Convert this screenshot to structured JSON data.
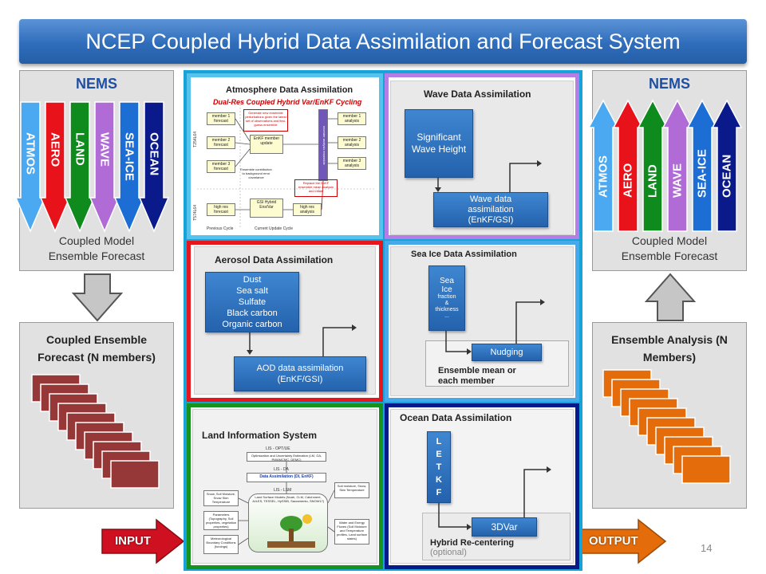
{
  "title": "NCEP Coupled Hybrid Data Assimilation and Forecast System",
  "page_number": "14",
  "colors": {
    "title_bar": "#2f6dbb",
    "atmos": "#4aa9f0",
    "aero": "#e8121b",
    "land": "#0f8a1d",
    "wave": "#b06bd6",
    "seaice": "#1c6ed4",
    "ocean": "#0a1a8a",
    "forecast_member": "#963838",
    "analysis_member": "#e46c0a"
  },
  "left_panel": {
    "nems_label": "NEMS",
    "components": [
      "ATMOS",
      "AERO",
      "LAND",
      "WAVE",
      "SEA-ICE",
      "OCEAN"
    ],
    "coupled_label_line1": "Coupled Model",
    "coupled_label_line2": "Ensemble Forecast",
    "icons": {
      "down_arrow": "down-arrow-icon"
    }
  },
  "right_panel": {
    "nems_label": "NEMS",
    "components": [
      "ATMOS",
      "AERO",
      "LAND",
      "WAVE",
      "SEA-ICE",
      "OCEAN"
    ],
    "coupled_label_line1": "Coupled Model",
    "coupled_label_line2": "Ensemble Forecast",
    "icons": {
      "up_arrow": "up-arrow-icon"
    }
  },
  "forecast_panel": {
    "title_line1": "Coupled Ensemble",
    "title_line2": "Forecast (N members)"
  },
  "analysis_panel": {
    "title_line1": "Ensemble Analysis (N",
    "title_line2": "Members)"
  },
  "input_label": "INPUT",
  "output_label": "OUTPUT",
  "atmos_card": {
    "title": "Atmosphere Data Assimilation",
    "subtitle": "Dual-Res Coupled Hybrid Var/EnKF Cycling",
    "t_high": "T254L64",
    "t_low": "T574L64",
    "member1_forecast": "member 1 forecast",
    "member2_forecast": "member 2 forecast",
    "member3_forecast": "member 3 forecast",
    "member1_analysis": "member 1 analysis",
    "member2_analysis": "member 2 analysis",
    "member3_analysis": "member 3 analysis",
    "enkf_update": "EnKF member update",
    "generate_note": "Generate new ensemble perturbations given the latest set of observations and first-guess ensemble",
    "contribution_note": "Ensemble contribution to background error covariance",
    "replace_note": "Replace the EnKF ensemble mean analysis and inflate",
    "recenter": "recenter analysis ensemble",
    "high_res_forecast": "high res forecast",
    "gsi": "GSI Hybrid Ens/Var",
    "high_res_analysis": "high res analysis",
    "previous_cycle": "Previous Cycle",
    "current_cycle": "Current Update Cycle"
  },
  "wave_card": {
    "title": "Wave Data Assimilation",
    "box1": "Significant Wave Height",
    "box2_line1": "Wave data",
    "box2_line2": "assimilation",
    "box2_line3": "(EnKF/GSI)"
  },
  "aerosol_card": {
    "title": "Aerosol Data Assimilation",
    "species": [
      "Dust",
      "Sea salt",
      "Sulfate",
      "Black carbon",
      "Organic carbon"
    ],
    "box2_line1": "AOD data assimilation",
    "box2_line2": "(EnKF/GSI)"
  },
  "seaice_card": {
    "title": "Sea Ice Data Assimilation",
    "box1_line1": "Sea",
    "box1_line2": "Ice",
    "box1_line3": "fraction",
    "box1_line4": "&",
    "box1_line5": "thickness",
    "box1_line6": "...",
    "nudging": "Nudging",
    "ensemble_line1": "Ensemble mean or",
    "ensemble_line2": "each member"
  },
  "land_card": {
    "title": "Land Information System",
    "lis_opt": "LIS - OPT/UE",
    "opt_box": "Optimization and Uncertainty Estimation (LM, GA, RWAMCMC, DEMC)",
    "lis_da": "LIS - DA",
    "da_box": "Data Assimilation (DI, EnKF)",
    "lis_lsm": "LIS - LSM",
    "obs1": "Snow, Soil Moisture, Snow Skin Temperature",
    "obs2": "Parameters (Topography, Soil properties, vegetation properties)",
    "obs3": "Meteorological Boundary Conditions (forcings)",
    "model_box": "Land Surface Models (Noah, CLM, Catchment, JULES, TESSEL, HySSIB, Sacramento, SNOW17)",
    "out1": "Soil moisture, Snow, Skin Temperature",
    "out2": "Water and Energy Fluxes (Soil Moisture and Temperature profiles, Land surface states)"
  },
  "ocean_card": {
    "title": "Ocean Data Assimilation",
    "letkf_letters": [
      "L",
      "E",
      "T",
      "K",
      "F"
    ],
    "var3d": "3DVar",
    "recenter_line1": "Hybrid Re-centering",
    "recenter_line2": "(optional)"
  }
}
